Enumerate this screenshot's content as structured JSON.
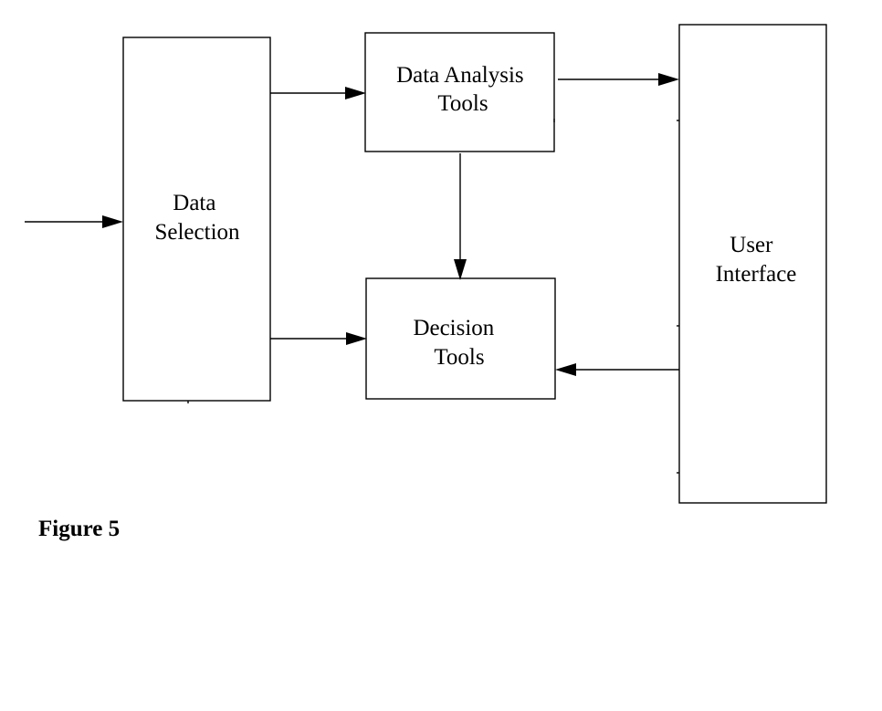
{
  "nodes": {
    "data_selection": {
      "lines": [
        "Data",
        "Selection"
      ]
    },
    "data_analysis_tools": {
      "lines": [
        "Data Analysis",
        "Tools"
      ]
    },
    "decision_tools": {
      "lines": [
        "Decision",
        "Tools"
      ]
    },
    "user_interface": {
      "lines": [
        "User",
        "Interface"
      ]
    }
  },
  "edges": [
    {
      "from": "external_input",
      "to": "data_selection"
    },
    {
      "from": "data_selection",
      "to": "data_analysis_tools"
    },
    {
      "from": "data_selection",
      "to": "decision_tools"
    },
    {
      "from": "data_analysis_tools",
      "to": "user_interface"
    },
    {
      "from": "data_analysis_tools",
      "to": "decision_tools"
    },
    {
      "from": "user_interface",
      "to": "decision_tools"
    }
  ],
  "caption": "Figure 5"
}
